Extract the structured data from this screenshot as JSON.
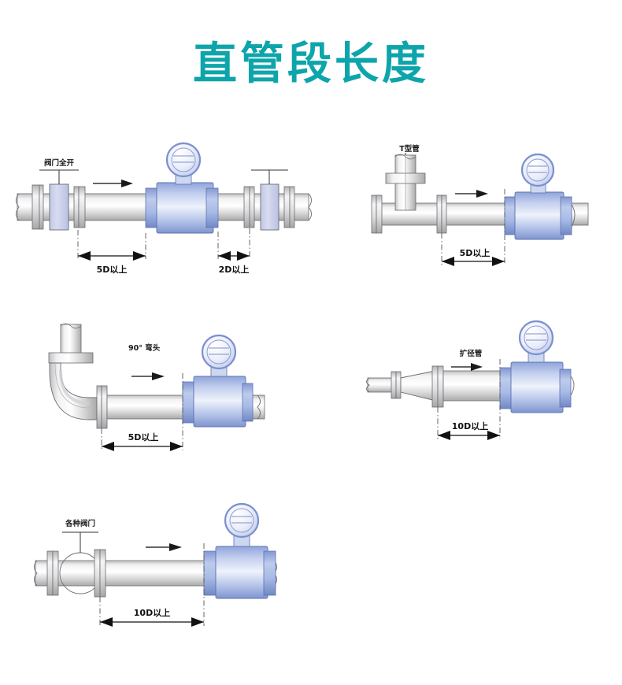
{
  "title": "直管段长度",
  "title_color": "#0da5ab",
  "figures": [
    {
      "id": "fig-valve-full-open",
      "label": "阀门全开",
      "dim_upstream": "5D以上",
      "dim_downstream": "2D以上"
    },
    {
      "id": "fig-t-pipe",
      "label": "T型管",
      "dim_upstream": "5D以上"
    },
    {
      "id": "fig-elbow-90",
      "label": "90°  弯头",
      "dim_upstream": "5D以上"
    },
    {
      "id": "fig-expander",
      "label": "扩径管",
      "dim_upstream": "10D以上"
    },
    {
      "id": "fig-various-valves",
      "label": "各种阀门",
      "dim_upstream": "10D以上"
    }
  ],
  "colors": {
    "meter_body": "#b9c6e8",
    "meter_flange": "#9fb2e0",
    "valve_block": "#c6cbe8",
    "pipe": "#d8d8d8",
    "outline": "#5a5a66",
    "dim_line": "#111111"
  }
}
